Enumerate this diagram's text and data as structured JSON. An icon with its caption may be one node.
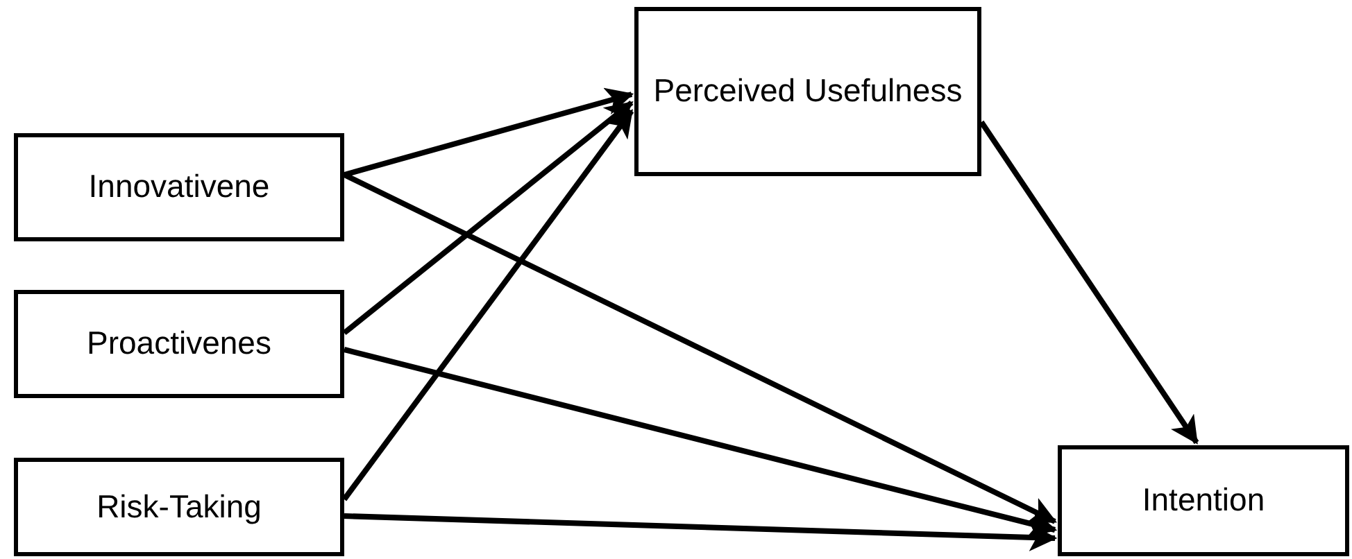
{
  "diagram": {
    "nodes": [
      {
        "text": [
          "Innovativene"
        ]
      },
      {
        "text": [
          "Proactivenes"
        ]
      },
      {
        "text": [
          "Risk-Taking"
        ]
      },
      {
        "text": [
          "Perceived Usefulness"
        ]
      },
      {
        "text": [
          "Intention"
        ]
      }
    ],
    "edges": [
      {
        "from": 0,
        "to": 3,
        "arrow": "to"
      },
      {
        "from": 1,
        "to": 3,
        "arrow": "to"
      },
      {
        "from": 2,
        "to": 3,
        "arrow": "to"
      },
      {
        "from": 0,
        "to": 4,
        "arrow": "to"
      },
      {
        "from": 1,
        "to": 4,
        "arrow": "to"
      },
      {
        "from": 2,
        "to": 4,
        "arrow": "to"
      },
      {
        "from": 3,
        "to": 4,
        "arrow": "to"
      }
    ]
  }
}
